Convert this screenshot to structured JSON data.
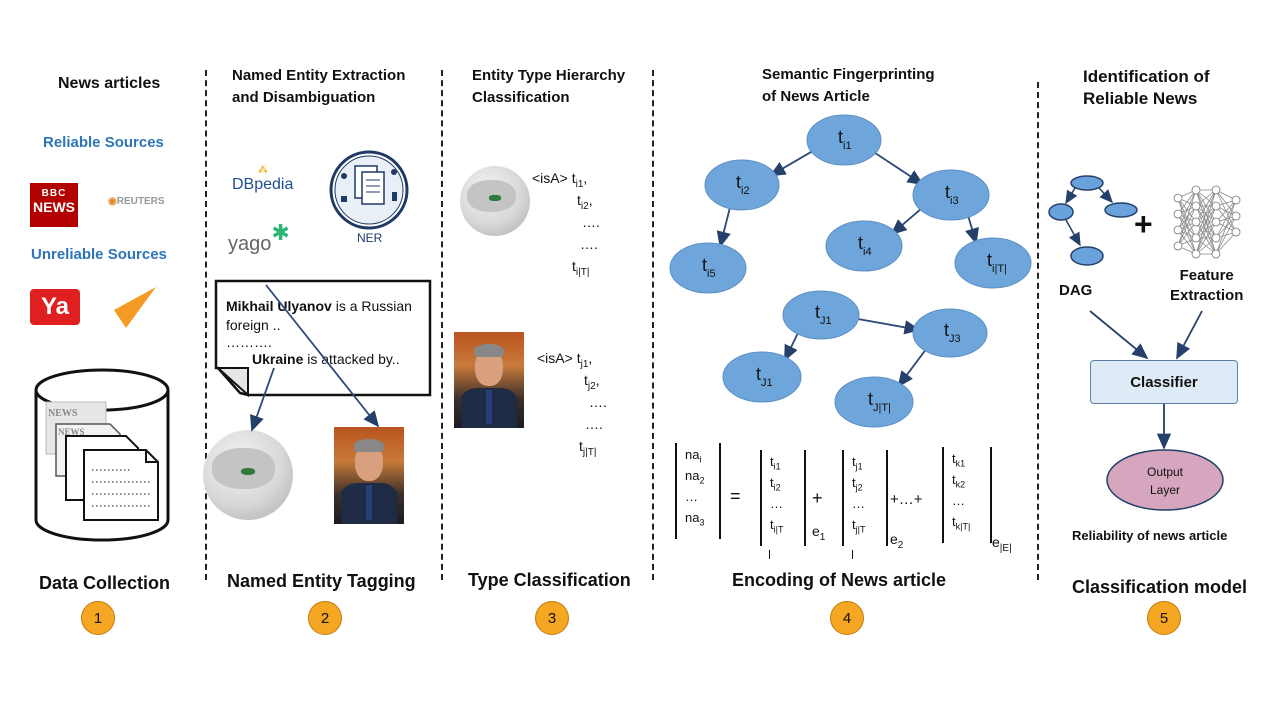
{
  "stages": [
    {
      "num": "1",
      "title": "Data Collection"
    },
    {
      "num": "2",
      "title": "Named Entity Tagging"
    },
    {
      "num": "3",
      "title": "Type Classification"
    },
    {
      "num": "4",
      "title": "Encoding of News article"
    },
    {
      "num": "5",
      "title": "Classification model"
    }
  ],
  "col1": {
    "heading": "News articles",
    "reliable": "Reliable Sources",
    "unreliable": "Unreliable Sources",
    "logos": {
      "bbc_top": "BBC",
      "bbc_bottom": "NEWS",
      "reuters": "REUTERS",
      "ya": "Ya"
    }
  },
  "col2": {
    "heading1": "Named Entity Extraction",
    "heading2": "and Disambiguation",
    "dbpedia": "DBpedia",
    "yago": "yago",
    "ner": "NER",
    "text": {
      "name": "Mikhail Ulyanov",
      "rest1": " is a Russian",
      "line2": "foreign ..",
      "dots": "……….",
      "place": "Ukraine",
      "rest2": " is attacked by.."
    }
  },
  "col3": {
    "heading1": "Entity Type Hierarchy",
    "heading2": "Classification",
    "isA": "<isA>",
    "list_i": [
      "t",
      "i1",
      "t",
      "i2",
      "….",
      "….",
      "t",
      "i|T|"
    ],
    "list_j": [
      "t",
      "j1",
      "t",
      "j2",
      "….",
      "….",
      "t",
      "j|T|"
    ]
  },
  "col4": {
    "heading1": "Semantic Fingerprinting",
    "heading2": "of News Article",
    "nodes": [
      {
        "id": "ti1",
        "base": "t",
        "sub": "i1"
      },
      {
        "id": "ti2",
        "base": "t",
        "sub": "i2"
      },
      {
        "id": "ti3",
        "base": "t",
        "sub": "i3"
      },
      {
        "id": "ti5",
        "base": "t",
        "sub": "i5"
      },
      {
        "id": "ti4",
        "base": "t",
        "sub": "i4"
      },
      {
        "id": "tiT",
        "base": "t",
        "sub": "i|T|"
      },
      {
        "id": "tj1",
        "base": "t",
        "sub": "J1"
      },
      {
        "id": "tj3",
        "base": "t",
        "sub": "J3"
      },
      {
        "id": "tJ1",
        "base": "t",
        "sub": "J1"
      },
      {
        "id": "tjT",
        "base": "t",
        "sub": "J|T|"
      }
    ],
    "equation": {
      "lhs": [
        [
          "na",
          "i"
        ],
        [
          "na",
          "2"
        ],
        [
          "…",
          ""
        ],
        [
          "na",
          "3"
        ]
      ],
      "v1": [
        [
          "t",
          "i1"
        ],
        [
          "t",
          "i2"
        ],
        [
          "…",
          ""
        ],
        [
          "t",
          "i|T"
        ]
      ],
      "v2": [
        [
          "t",
          "j1"
        ],
        [
          "t",
          "j2"
        ],
        [
          "…",
          ""
        ],
        [
          "t",
          "j|T"
        ]
      ],
      "v3": [
        [
          "t",
          "k1"
        ],
        [
          "t",
          "k2"
        ],
        [
          "…",
          ""
        ],
        [
          "t",
          "k|T|"
        ]
      ],
      "e1": [
        "e",
        "1"
      ],
      "e2": [
        "e",
        "2"
      ],
      "eE": [
        "e",
        "|E|"
      ],
      "eq": "=",
      "plus": "+",
      "plusdots": "+…+"
    }
  },
  "col5": {
    "heading1": "Identification of",
    "heading2": "Reliable News",
    "plus": "+",
    "dag": "DAG",
    "feature1": "Feature",
    "feature2": "Extraction",
    "classifier": "Classifier",
    "output1": "Output",
    "output2": "Layer",
    "reliability": "Reliability of news article"
  }
}
